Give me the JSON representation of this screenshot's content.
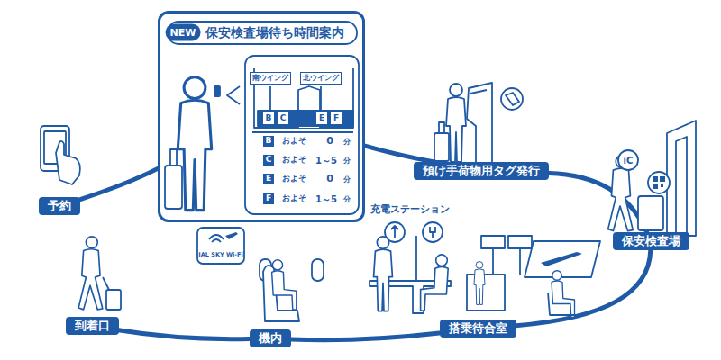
{
  "diagram": {
    "nodes": [
      {
        "text": [
          "NEW",
          "保安検査場待ち時間案内"
        ]
      },
      {
        "text": [
          "南ウイング"
        ],
        "in": 0
      },
      {
        "text": [
          "北ウイング"
        ],
        "in": 0
      },
      {
        "text": [
          "予約"
        ]
      },
      {
        "text": [
          "預け手荷物用タグ発行"
        ]
      },
      {
        "text": [
          "保安検査場"
        ]
      },
      {
        "text": [
          "搭乗待合室"
        ]
      },
      {
        "text": [
          "機内"
        ]
      },
      {
        "text": [
          "到着口"
        ]
      }
    ],
    "edges": [
      {
        "from": 3,
        "to": 0,
        "arrow": "none"
      },
      {
        "from": 0,
        "to": 4,
        "arrow": "none"
      },
      {
        "from": 4,
        "to": 5,
        "arrow": "none"
      },
      {
        "from": 5,
        "to": 6,
        "arrow": "none"
      },
      {
        "from": 6,
        "to": 7,
        "arrow": "none"
      },
      {
        "from": 7,
        "to": 8,
        "arrow": "none"
      }
    ],
    "labels": [
      "B",
      "C",
      "E",
      "F",
      "B",
      "およそ",
      "0",
      "分",
      "C",
      "およそ",
      "1～5",
      "分",
      "E",
      "およそ",
      "0",
      "分",
      "F",
      "およそ",
      "1～5",
      "分",
      "充電ステーション",
      "JAL SKY Wi-Fi",
      "iC"
    ]
  }
}
